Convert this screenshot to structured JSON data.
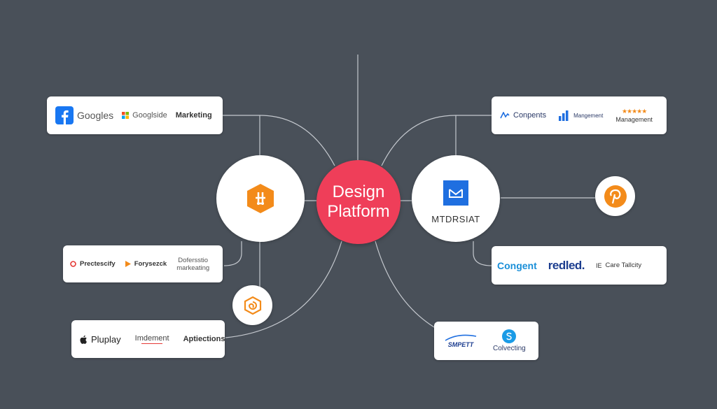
{
  "center": {
    "line1": "Design",
    "line2": "Platform"
  },
  "colors": {
    "background": "#495059",
    "center": "#ef3e59",
    "orange": "#f38b1a",
    "blue": "#1f6fe0"
  },
  "nodes": {
    "left_top_circle_icon": "orange-hexagon-icon",
    "right_circle_label": "MTDRSIAT",
    "right_circle_icon": "blue-mail-icon",
    "left_small_circle_icon": "orange-spiral-icon",
    "right_small_circle_icon": "pinterest-icon"
  },
  "cards": {
    "top_left": {
      "logos": [
        "Googles",
        "Googlside",
        "Marketing"
      ]
    },
    "mid_left": {
      "logos": [
        "Prectescify",
        "Forysezck",
        "Dofersstio",
        "markeating"
      ]
    },
    "bottom_left": {
      "logos": [
        "Pluplay",
        "Imdement",
        "Aptiections"
      ]
    },
    "top_right": {
      "logos": [
        "Conpents",
        "Mangement",
        "Management"
      ]
    },
    "mid_right": {
      "logos": [
        "Congent",
        "redled.",
        "Care Tallcity"
      ]
    },
    "bottom_right": {
      "logos": [
        "SMPETT",
        "Colvecting"
      ]
    }
  }
}
